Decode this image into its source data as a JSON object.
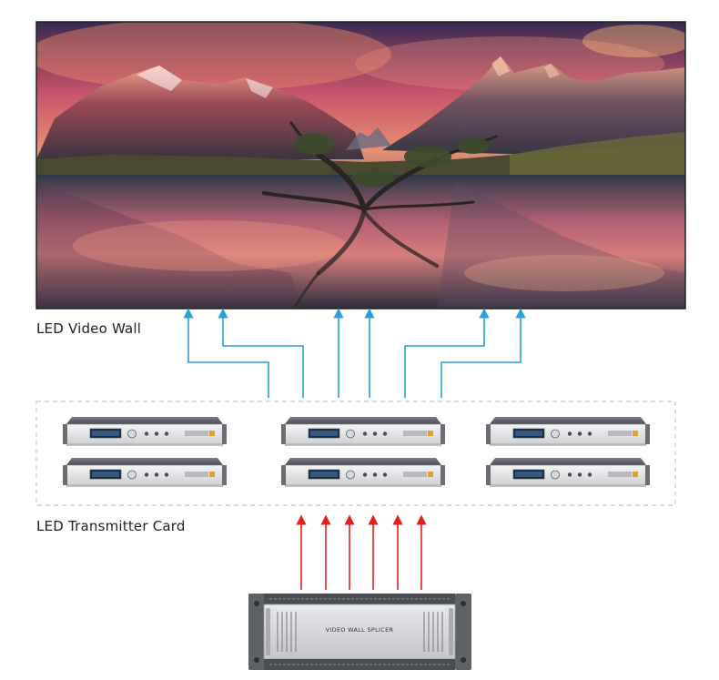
{
  "labels": {
    "video_wall": "LED Video Wall",
    "transmitter_card": "LED Transmitter Card",
    "splicer_faceplate": "VIDEO WALL SPLICER"
  },
  "colors": {
    "blue_arrow": "#2a9fd8",
    "red_arrow": "#e0201b",
    "dashed_border": "#c8c8c8",
    "device_body": "#5a5d62",
    "device_face": "#e9eaec",
    "splicer_face": "#d6d7d9"
  },
  "diagram": {
    "transmitter_card_units": 6,
    "blue_arrows": 6,
    "red_arrows": 6
  }
}
